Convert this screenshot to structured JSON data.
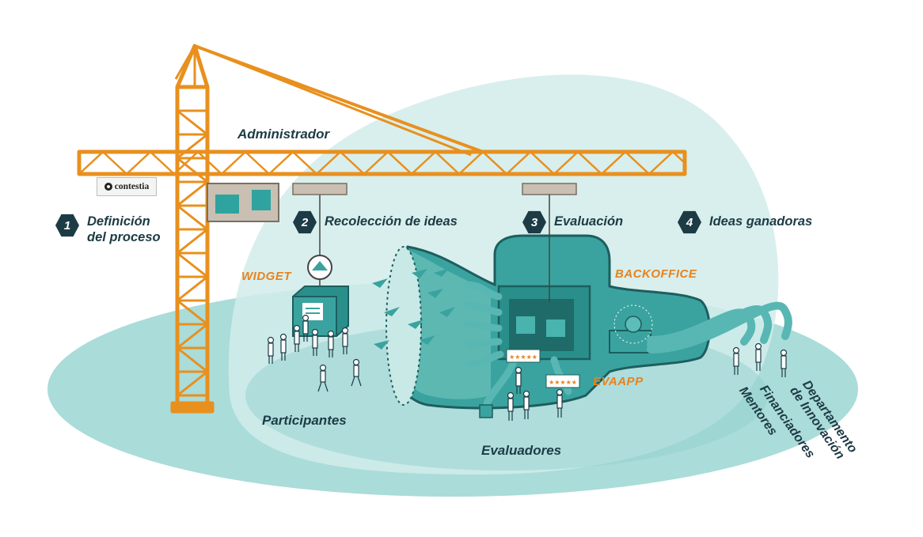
{
  "brand": {
    "logo_text": "contestia"
  },
  "labels": {
    "administrador": "Administrador",
    "participantes": "Participantes",
    "evaluadores": "Evaluadores",
    "widget": "WIDGET",
    "backoffice": "BACKOFFICE",
    "evaapp": "EVAAPP"
  },
  "steps": [
    {
      "number": "1",
      "lines": [
        "Definición",
        "del proceso"
      ]
    },
    {
      "number": "2",
      "lines": [
        "Recolección de ideas"
      ]
    },
    {
      "number": "3",
      "lines": [
        "Evaluación"
      ]
    },
    {
      "number": "4",
      "lines": [
        "Ideas ganadoras"
      ]
    }
  ],
  "recipients": {
    "line1": "Departamento",
    "line2": "de Innovación",
    "line3": "Financiadores",
    "line4": "Mentores"
  },
  "colors": {
    "crane": "#f0a43a",
    "teal_dark": "#2f9e9a",
    "teal_light": "#a9dbd8",
    "text_dark": "#1d3b45",
    "accent_orange": "#e8821e"
  }
}
